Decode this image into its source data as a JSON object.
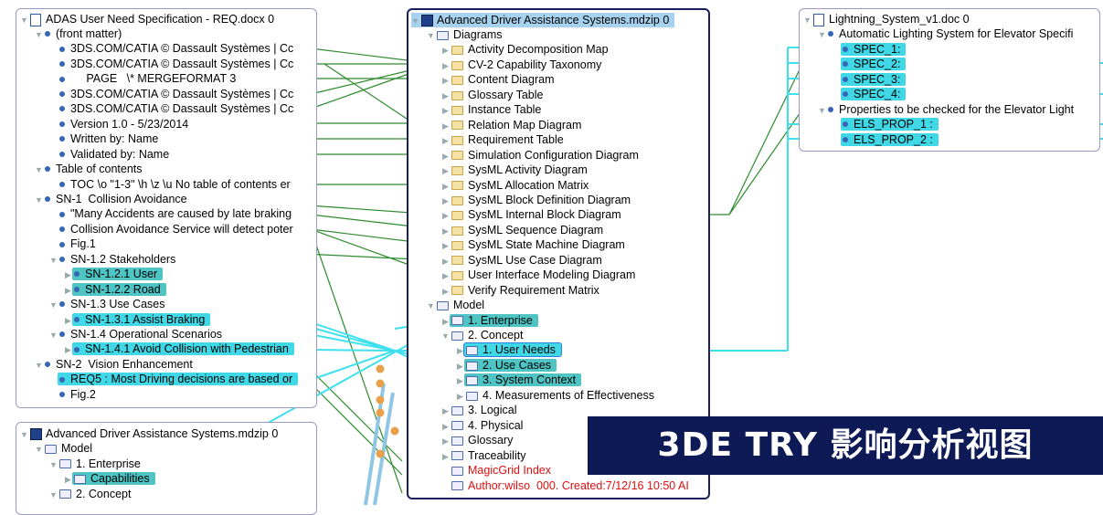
{
  "left_tree": {
    "title": "ADAS User Need Specification - REQ.docx 0",
    "items": [
      {
        "text": "(front matter)",
        "level": 1,
        "twisty": "▼",
        "marker": "dot"
      },
      {
        "text": "3DS.COM/CATIA © Dassault Systèmes | Cc",
        "level": 2,
        "marker": "dot"
      },
      {
        "text": "3DS.COM/CATIA © Dassault Systèmes | Cc",
        "level": 2,
        "marker": "dot"
      },
      {
        "text": "     PAGE   \\* MERGEFORMAT 3",
        "level": 2,
        "marker": "dot"
      },
      {
        "text": "3DS.COM/CATIA © Dassault Systèmes | Cc",
        "level": 2,
        "marker": "dot"
      },
      {
        "text": "3DS.COM/CATIA © Dassault Systèmes | Cc",
        "level": 2,
        "marker": "dot"
      },
      {
        "text": "Version 1.0 - 5/23/2014",
        "level": 2,
        "marker": "dot"
      },
      {
        "text": "Written by: Name",
        "level": 2,
        "marker": "dot"
      },
      {
        "text": "Validated by: Name",
        "level": 2,
        "marker": "dot"
      },
      {
        "text": "Table of contents",
        "level": 1,
        "twisty": "▼",
        "marker": "dot"
      },
      {
        "text": "TOC \\o \"1-3\" \\h \\z \\u No table of contents er",
        "level": 2,
        "marker": "dot"
      },
      {
        "text": "SN-1  Collision Avoidance",
        "level": 1,
        "twisty": "▼",
        "marker": "dot"
      },
      {
        "text": "\"Many Accidents are caused by late braking",
        "level": 2,
        "marker": "dot"
      },
      {
        "text": "Collision Avoidance Service will detect poter",
        "level": 2,
        "marker": "dot"
      },
      {
        "text": "Fig.1",
        "level": 2,
        "marker": "dot"
      },
      {
        "text": "SN-1.2 Stakeholders",
        "level": 2,
        "twisty": "▼",
        "marker": "dot"
      },
      {
        "text": "SN-1.2.1 User",
        "level": 3,
        "twisty": "▶",
        "marker": "dot",
        "hl": "hl2"
      },
      {
        "text": "SN-1.2.2 Road",
        "level": 3,
        "twisty": "▶",
        "marker": "dot",
        "hl": "hl2"
      },
      {
        "text": "SN-1.3 Use Cases",
        "level": 2,
        "twisty": "▼",
        "marker": "dot"
      },
      {
        "text": "SN-1.3.1 Assist Braking",
        "level": 3,
        "twisty": "▶",
        "marker": "dot",
        "hl": "hl"
      },
      {
        "text": "SN-1.4 Operational Scenarios",
        "level": 2,
        "twisty": "▼",
        "marker": "dot"
      },
      {
        "text": "SN-1.4.1 Avoid Collision with Pedestrian",
        "level": 3,
        "twisty": "▶",
        "marker": "dot",
        "hl": "hl"
      },
      {
        "text": "SN-2  Vision Enhancement",
        "level": 1,
        "twisty": "▼",
        "marker": "dot"
      },
      {
        "text": "REQ5 : Most Driving decisions are based or",
        "level": 2,
        "marker": "dot",
        "hl": "hl"
      },
      {
        "text": "Fig.2",
        "level": 2,
        "marker": "dot"
      }
    ]
  },
  "bottom_left_tree": {
    "title": "Advanced Driver Assistance Systems.mdzip 0",
    "items": [
      {
        "text": "Model",
        "level": 1,
        "twisty": "▼",
        "marker": "pfolder"
      },
      {
        "text": "1. Enterprise",
        "level": 2,
        "twisty": "▼",
        "marker": "pfolder"
      },
      {
        "text": "Capabilities",
        "level": 3,
        "twisty": "▶",
        "marker": "pfolder",
        "hl": "hl2"
      },
      {
        "text": "2. Concept",
        "level": 2,
        "twisty": "▼",
        "marker": "pfolder"
      }
    ]
  },
  "center_tree": {
    "title": "Advanced Driver Assistance Systems.mdzip 0",
    "items": [
      {
        "text": "Diagrams",
        "level": 1,
        "twisty": "▼",
        "marker": "pfolder"
      },
      {
        "text": "Activity Decomposition Map",
        "level": 2,
        "twisty": "▶",
        "marker": "folder"
      },
      {
        "text": "CV-2 Capability Taxonomy",
        "level": 2,
        "twisty": "▶",
        "marker": "folder"
      },
      {
        "text": "Content Diagram",
        "level": 2,
        "twisty": "▶",
        "marker": "folder"
      },
      {
        "text": "Glossary Table",
        "level": 2,
        "twisty": "▶",
        "marker": "folder"
      },
      {
        "text": "Instance Table",
        "level": 2,
        "twisty": "▶",
        "marker": "folder"
      },
      {
        "text": "Relation Map Diagram",
        "level": 2,
        "twisty": "▶",
        "marker": "folder"
      },
      {
        "text": "Requirement Table",
        "level": 2,
        "twisty": "▶",
        "marker": "folder"
      },
      {
        "text": "Simulation Configuration Diagram",
        "level": 2,
        "twisty": "▶",
        "marker": "folder"
      },
      {
        "text": "SysML Activity Diagram",
        "level": 2,
        "twisty": "▶",
        "marker": "folder"
      },
      {
        "text": "SysML Allocation Matrix",
        "level": 2,
        "twisty": "▶",
        "marker": "folder"
      },
      {
        "text": "SysML Block Definition Diagram",
        "level": 2,
        "twisty": "▶",
        "marker": "folder"
      },
      {
        "text": "SysML Internal Block Diagram",
        "level": 2,
        "twisty": "▶",
        "marker": "folder"
      },
      {
        "text": "SysML Sequence Diagram",
        "level": 2,
        "twisty": "▶",
        "marker": "folder"
      },
      {
        "text": "SysML State Machine Diagram",
        "level": 2,
        "twisty": "▶",
        "marker": "folder"
      },
      {
        "text": "SysML Use Case Diagram",
        "level": 2,
        "twisty": "▶",
        "marker": "folder"
      },
      {
        "text": "User Interface Modeling Diagram",
        "level": 2,
        "twisty": "▶",
        "marker": "folder"
      },
      {
        "text": "Verify Requirement Matrix",
        "level": 2,
        "twisty": "▶",
        "marker": "folder"
      },
      {
        "text": "Model",
        "level": 1,
        "twisty": "▼",
        "marker": "pfolder"
      },
      {
        "text": "1. Enterprise",
        "level": 2,
        "twisty": "▶",
        "marker": "pfolder",
        "hl": "hl2"
      },
      {
        "text": "2. Concept",
        "level": 2,
        "twisty": "▼",
        "marker": "pfolder"
      },
      {
        "text": "1. User Needs",
        "level": 3,
        "twisty": "▶",
        "marker": "pfolder",
        "hl": "hl",
        "sel": true
      },
      {
        "text": "2. Use Cases",
        "level": 3,
        "twisty": "▶",
        "marker": "pfolder",
        "hl": "hl2"
      },
      {
        "text": "3. System Context",
        "level": 3,
        "twisty": "▶",
        "marker": "pfolder",
        "hl": "hl2"
      },
      {
        "text": "4. Measurements of Effectiveness",
        "level": 3,
        "twisty": "▶",
        "marker": "pfolder"
      },
      {
        "text": "3. Logical",
        "level": 2,
        "twisty": "▶",
        "marker": "pfolder"
      },
      {
        "text": "4. Physical",
        "level": 2,
        "twisty": "▶",
        "marker": "pfolder"
      },
      {
        "text": "Glossary",
        "level": 2,
        "twisty": "▶",
        "marker": "pfolder"
      },
      {
        "text": "Traceability",
        "level": 2,
        "twisty": "▶",
        "marker": "pfolder"
      },
      {
        "text": "MagicGrid Index",
        "level": 2,
        "marker": "pfolder",
        "red": true
      },
      {
        "text": "Author:wilso  000. Created:7/12/16 10:50 AI",
        "level": 2,
        "marker": "pfolder",
        "red": true
      }
    ]
  },
  "right_tree": {
    "title": "Lightning_System_v1.doc 0",
    "items": [
      {
        "text": "Automatic Lighting System for Elevator Specifi",
        "level": 1,
        "twisty": "▼",
        "marker": "dot"
      },
      {
        "text": "SPEC_1:",
        "level": 2,
        "marker": "dot",
        "hl": "hl"
      },
      {
        "text": "SPEC_2:",
        "level": 2,
        "marker": "dot",
        "hl": "hl"
      },
      {
        "text": "SPEC_3:",
        "level": 2,
        "marker": "dot",
        "hl": "hl"
      },
      {
        "text": "SPEC_4:",
        "level": 2,
        "marker": "dot",
        "hl": "hl"
      },
      {
        "text": "Properties to be checked for the Elevator Light",
        "level": 1,
        "twisty": "▼",
        "marker": "dot"
      },
      {
        "text": "ELS_PROP_1 :",
        "level": 2,
        "marker": "dot",
        "hl": "hl"
      },
      {
        "text": "ELS_PROP_2 :",
        "level": 2,
        "marker": "dot",
        "hl": "hl"
      }
    ]
  },
  "banner": {
    "text": "3DE TRY 影响分析视图"
  },
  "colors": {
    "highlight": "#40d8e6",
    "highlight_dark": "#4ec4c4",
    "link_green": "#2e8b2e",
    "link_cyan": "#3fe0ee",
    "panel_border": "#9a9ac6"
  }
}
